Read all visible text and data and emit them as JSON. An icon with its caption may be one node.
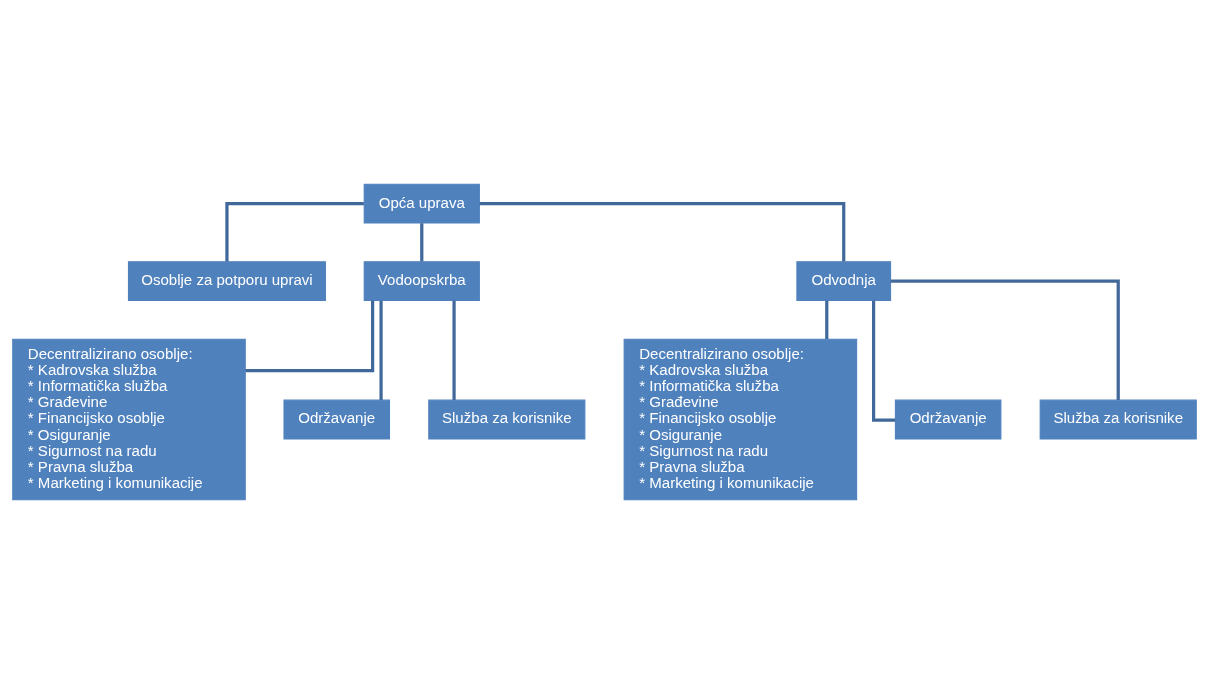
{
  "diagram": {
    "nodes": [
      {
        "text": [
          "Opća uprava"
        ]
      },
      {
        "text": [
          "Osoblje za potporu upravi"
        ]
      },
      {
        "text": [
          "Vodoopskrba"
        ]
      },
      {
        "text": [
          "Odvodnja"
        ]
      },
      {
        "text": [
          "Decentralizirano osoblje:",
          "* Kadrovska služba",
          "* Informatička služba",
          "* Građevine",
          "* Financijsko osoblje",
          "* Osiguranje",
          "* Sigurnost na radu",
          "* Pravna služba",
          "* Marketing i komunikacije"
        ]
      },
      {
        "text": [
          "Održavanje"
        ]
      },
      {
        "text": [
          "Služba za korisnike"
        ]
      },
      {
        "text": [
          "Decentralizirano osoblje:",
          "* Kadrovska služba",
          "* Informatička služba",
          "* Građevine",
          "* Financijsko osoblje",
          "* Osiguranje",
          "* Sigurnost na radu",
          "* Pravna služba",
          "* Marketing i komunikacije"
        ]
      },
      {
        "text": [
          "Održavanje"
        ]
      },
      {
        "text": [
          "Služba za korisnike"
        ]
      }
    ],
    "edges": [
      {
        "from": 0,
        "to": 1,
        "arrow": "none"
      },
      {
        "from": 0,
        "to": 2,
        "arrow": "none"
      },
      {
        "from": 0,
        "to": 3,
        "arrow": "none"
      },
      {
        "from": 2,
        "to": 4,
        "arrow": "none"
      },
      {
        "from": 2,
        "to": 5,
        "arrow": "none"
      },
      {
        "from": 2,
        "to": 6,
        "arrow": "none"
      },
      {
        "from": 3,
        "to": 7,
        "arrow": "none"
      },
      {
        "from": 3,
        "to": 8,
        "arrow": "none"
      },
      {
        "from": 3,
        "to": 9,
        "arrow": "none"
      }
    ]
  }
}
